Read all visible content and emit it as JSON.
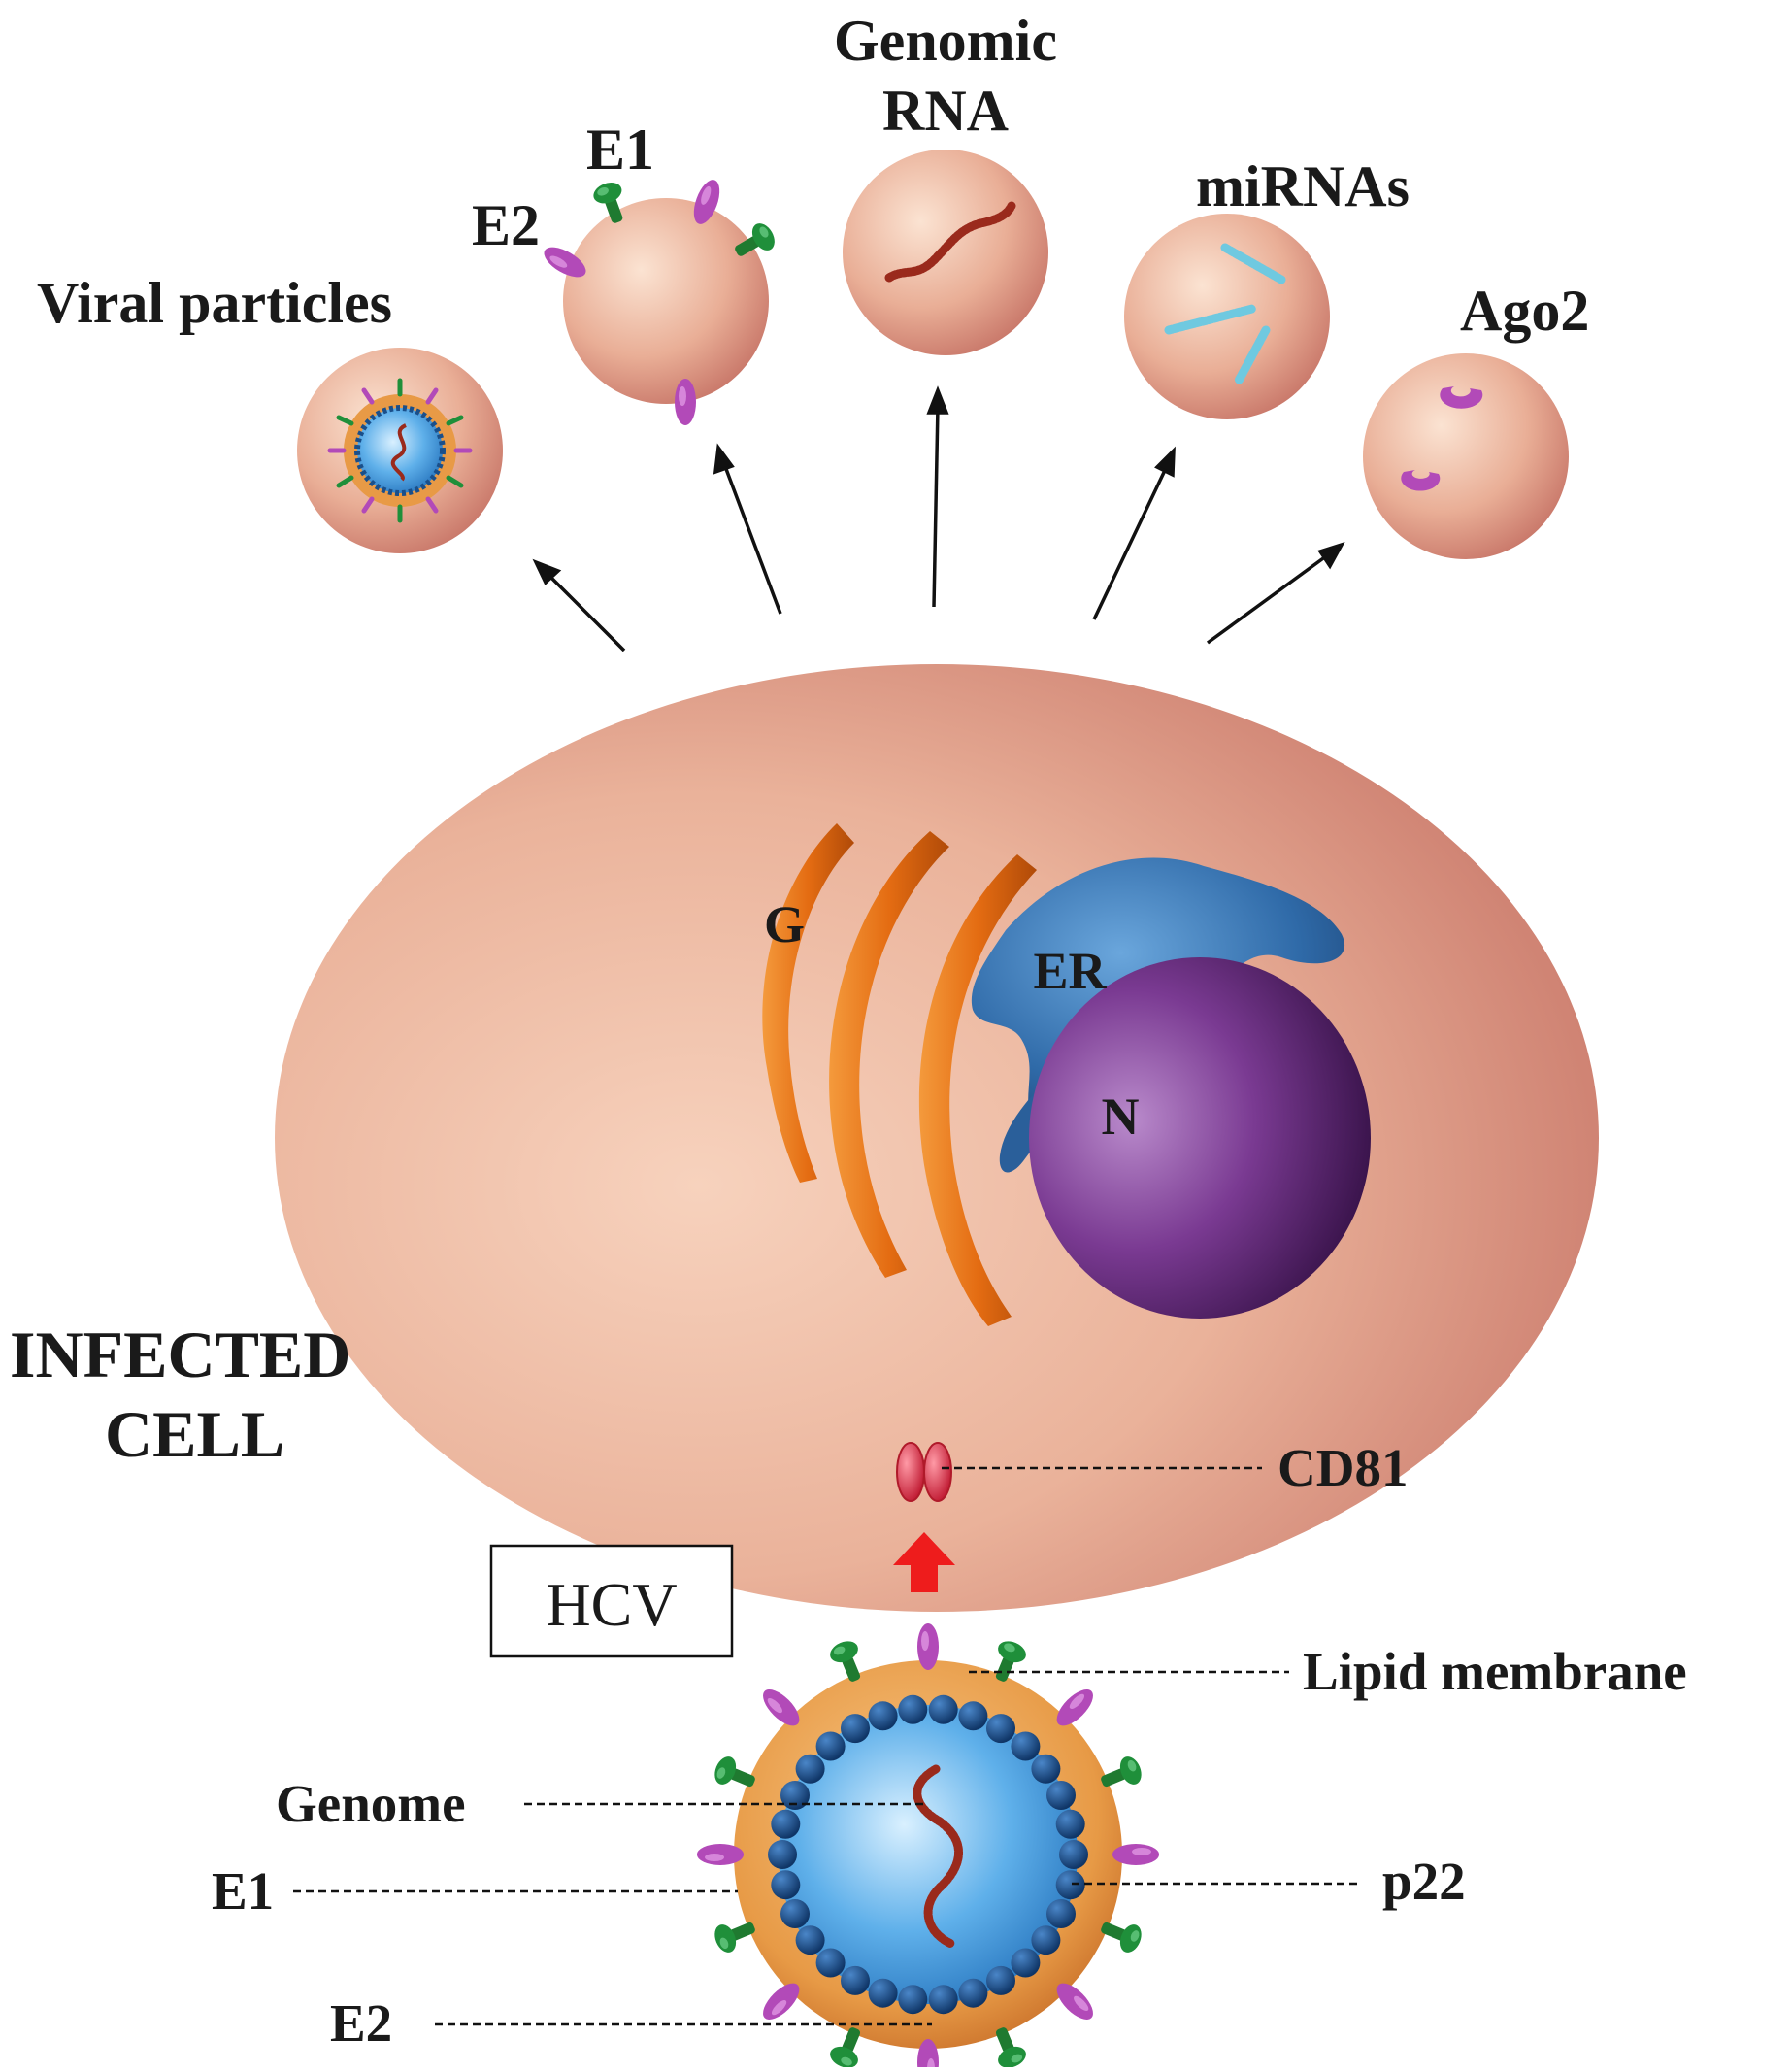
{
  "labels": {
    "vesicle_viral_particles": "Viral particles",
    "vesicle_e2": "E2",
    "vesicle_e1": "E1",
    "vesicle_genomic_line1": "Genomic",
    "vesicle_genomic_line2": "RNA",
    "vesicle_mirnas": "miRNAs",
    "vesicle_ago2": "Ago2",
    "organelle_golgi": "G",
    "organelle_er": "ER",
    "organelle_nucleus": "N",
    "cell_line1": "INFECTED",
    "cell_line2": "CELL",
    "receptor": "CD81",
    "virus_box": "HCV",
    "virus_lipid_membrane": "Lipid membrane",
    "virus_genome": "Genome",
    "virus_p22": "p22",
    "virus_e1": "E1",
    "virus_e2": "E2"
  },
  "colors": {
    "cell_body": "#e8a88f",
    "vesicle": "#e3a48c",
    "golgi": "#e8731c",
    "er": "#2f6aa8",
    "nucleus": "#6a2a80",
    "capsid": "#3b8fd4",
    "lipid_envelope": "#e8a04a",
    "rna": "#9a2a1c",
    "e1_protein": "#1f8f3a",
    "e2_protein": "#b24ab8",
    "mirna": "#6fc9e0",
    "cd81": "#e33a4e",
    "entry_arrow": "#ee1c1c"
  }
}
